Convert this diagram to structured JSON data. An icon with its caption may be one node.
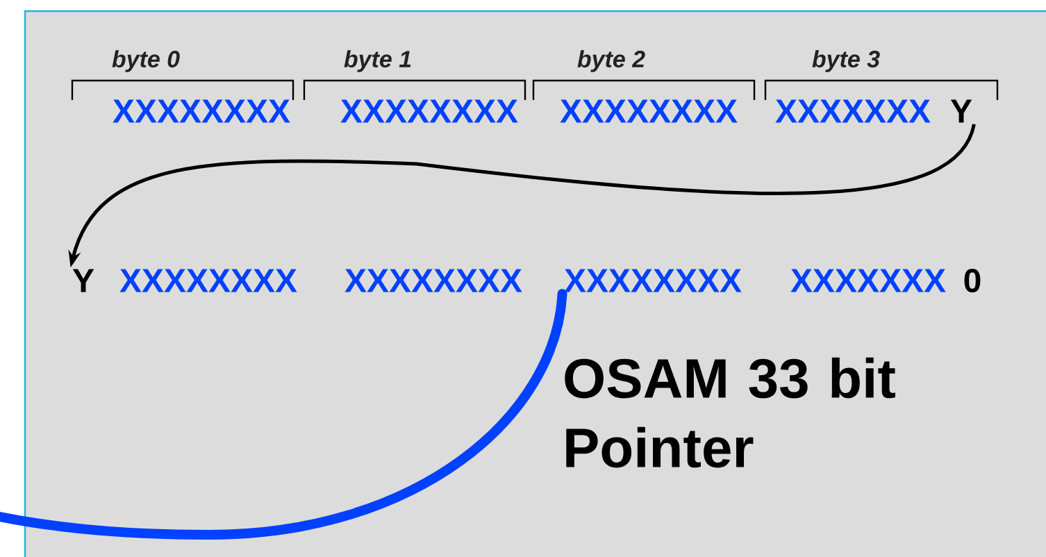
{
  "diagram": {
    "nodes": [
      {
        "text": [
          "Y"
        ]
      },
      {
        "text": [
          "Y"
        ]
      },
      {
        "text": [
          "XXXXXXXX"
        ]
      }
    ],
    "edges": [
      {
        "from": 0,
        "to": 1,
        "arrow": "to"
      },
      {
        "from": 2,
        "to": null,
        "arrow": "none",
        "style": "thick",
        "color": "#0040ff"
      }
    ],
    "labels": [
      "byte 0",
      "byte 1",
      "byte 2",
      "byte 3",
      "XXXXXXXX",
      "XXXXXXXX",
      "XXXXXXXX",
      "XXXXXXX",
      "XXXXXXXX",
      "XXXXXXXX",
      "XXXXXXX",
      "0",
      "OSAM 33 bit Pointer"
    ]
  }
}
